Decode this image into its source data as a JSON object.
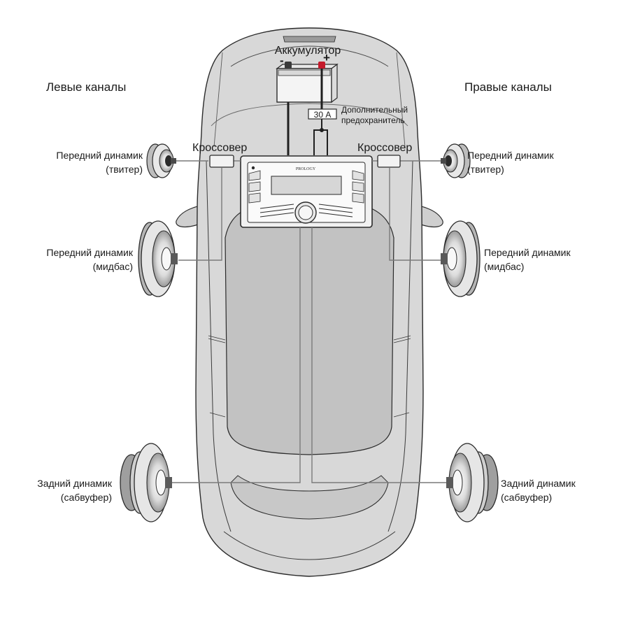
{
  "labels": {
    "left_channels": "Левые каналы",
    "right_channels": "Правые каналы",
    "battery": "Аккумулятор",
    "battery_minus": "-",
    "battery_plus": "+",
    "fuse": "30 А",
    "extra_fuse_line1": "Дополнительный",
    "extra_fuse_line2": "предохранитель",
    "crossover_left": "Кроссовер",
    "crossover_right": "Кроссовер",
    "head_unit_brand": "PROLOGY"
  },
  "speakers": {
    "left_tweeter": [
      "Передний динамик",
      "(твитер)"
    ],
    "right_tweeter": [
      "Передний динамик",
      "(твитер)"
    ],
    "left_midbass": [
      "Передний динамик",
      "(мидбас)"
    ],
    "right_midbass": [
      "Передний динамик",
      "(мидбас)"
    ],
    "left_sub": [
      "Задний динамик",
      "(сабвуфер)"
    ],
    "right_sub": [
      "Задний динамик",
      "(сабвуфер)"
    ]
  },
  "colors": {
    "car_body": "#d6d6d6",
    "car_glass": "#c4c4c4",
    "outline": "#2b2b2b",
    "wire": "#1f1f1f",
    "terminal_red": "#c41a2b"
  }
}
